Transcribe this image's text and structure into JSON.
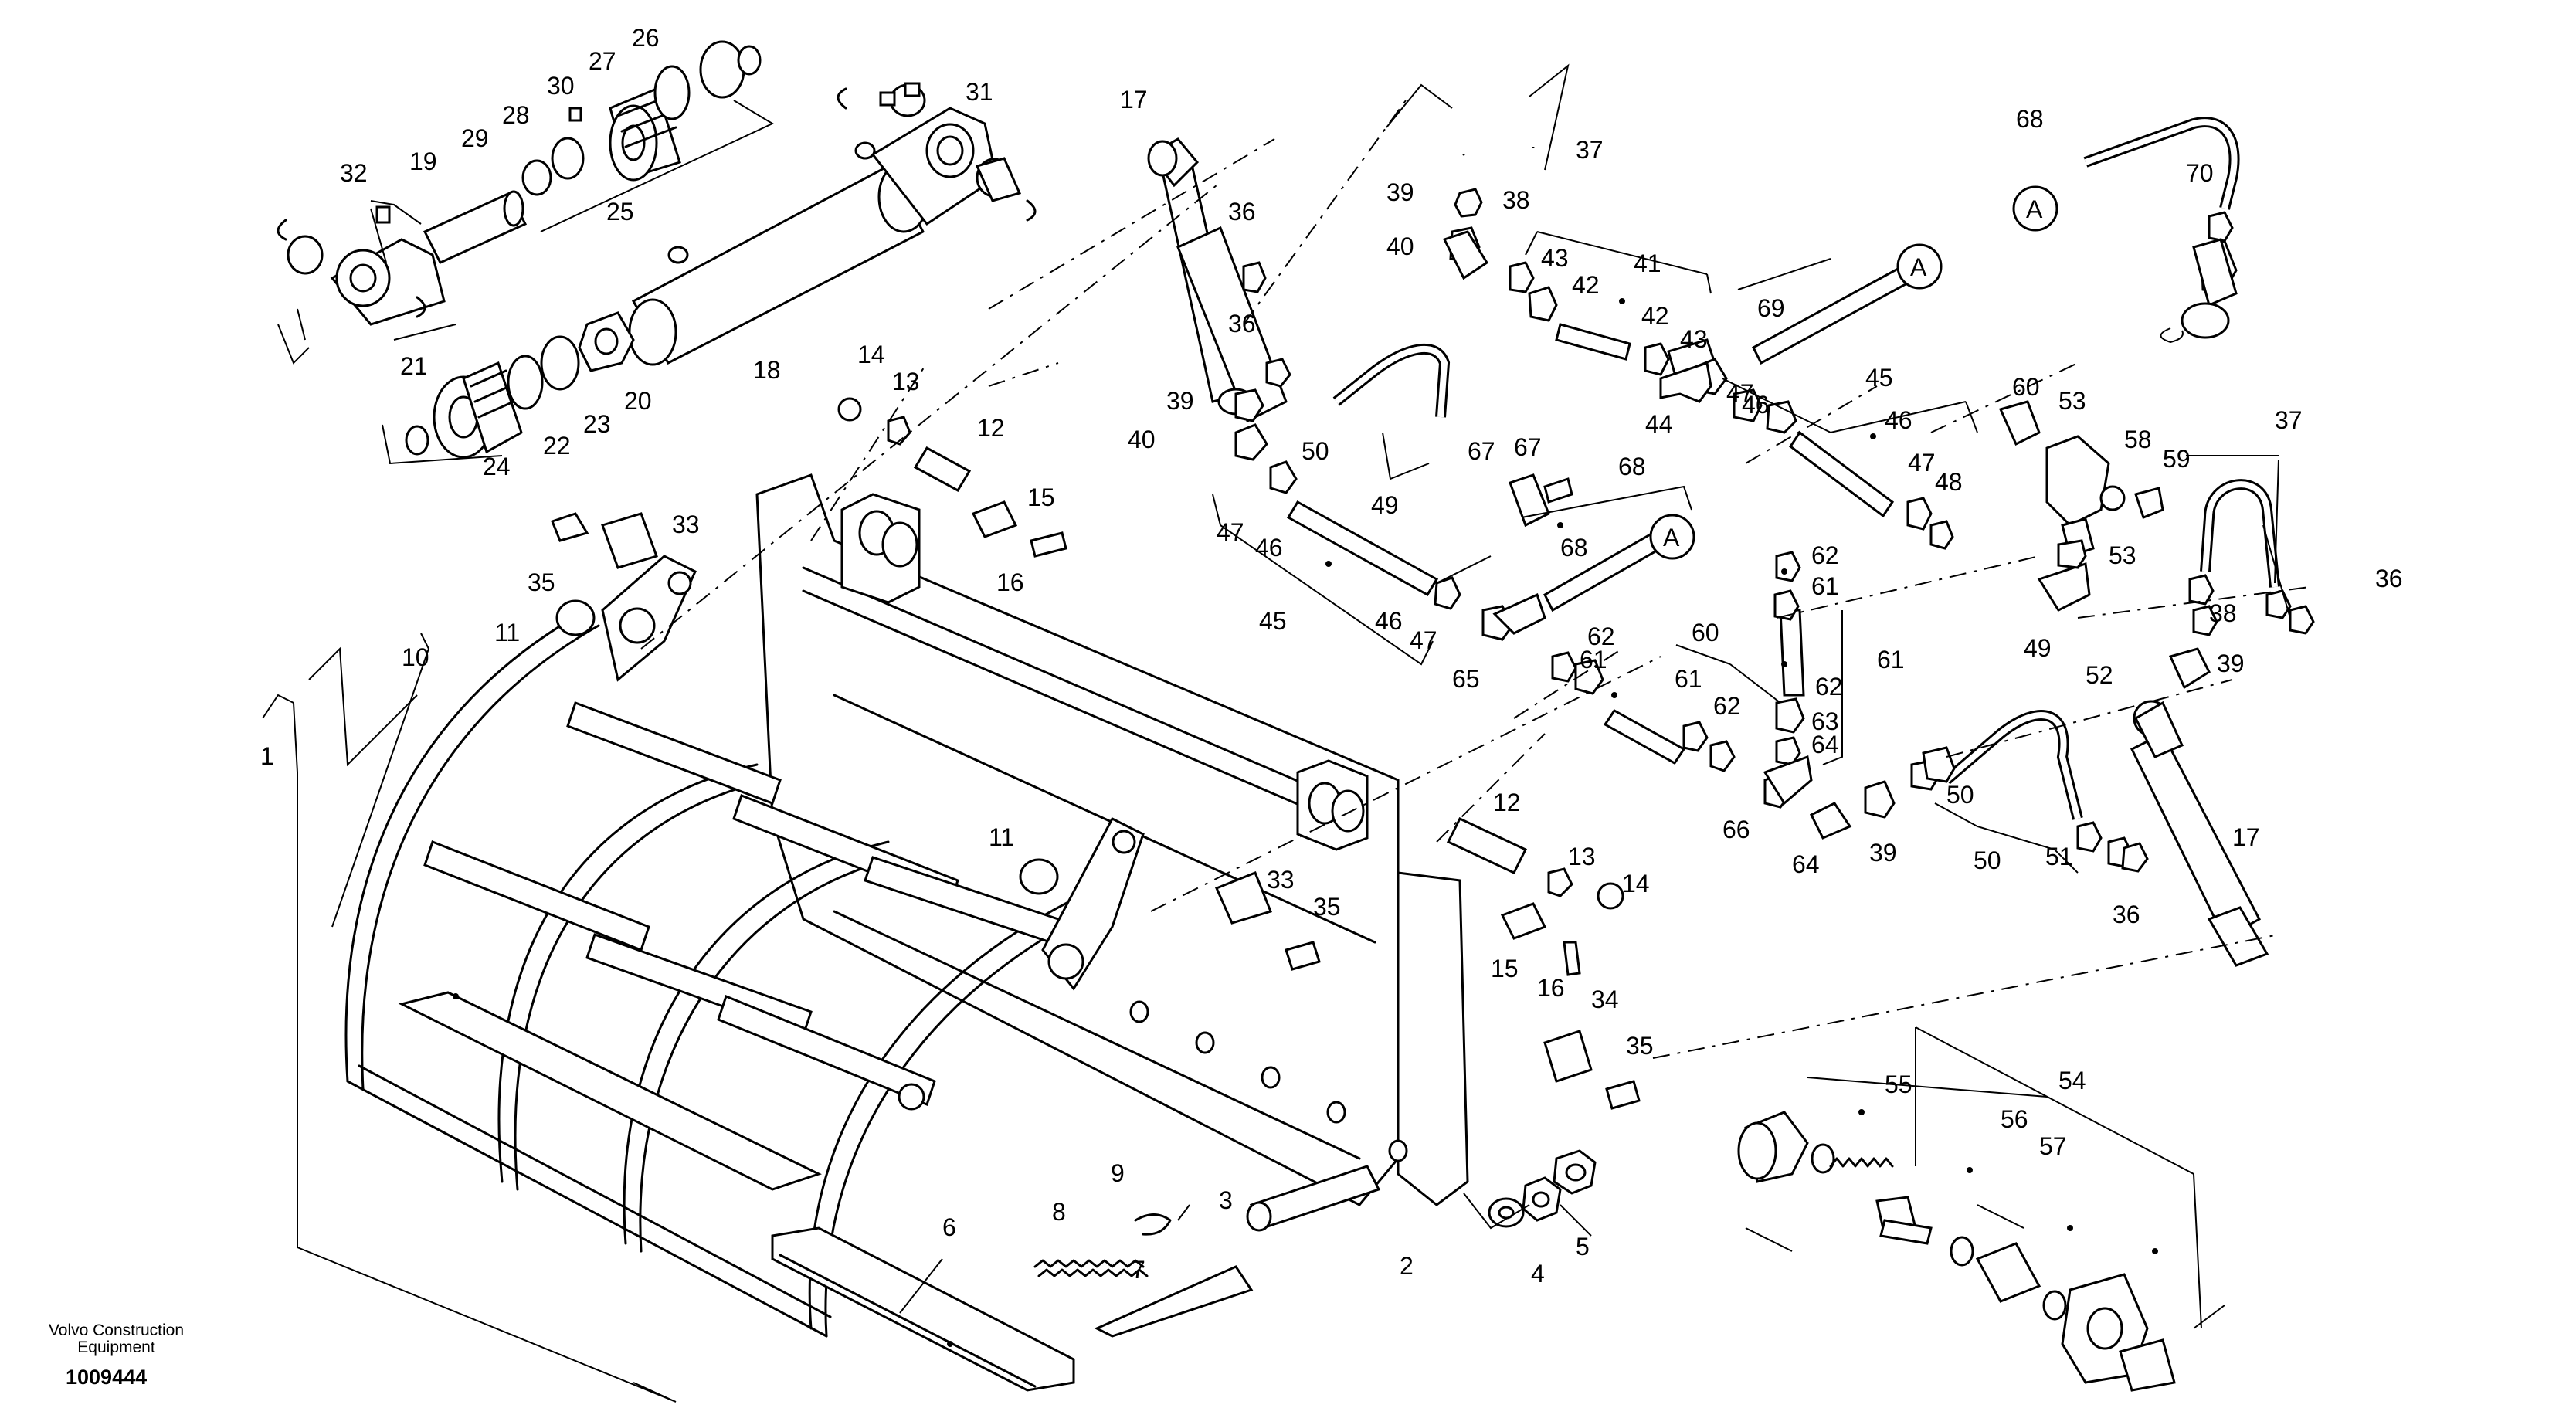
{
  "diagram": {
    "footer": {
      "maker_line1": "Volvo Construction",
      "maker_line2": "Equipment",
      "drawing_number": "1009444"
    },
    "callouts": [
      "1",
      "2",
      "3",
      "4",
      "5",
      "6",
      "7",
      "8",
      "9",
      "10",
      "11",
      "11",
      "12",
      "12",
      "13",
      "13",
      "14",
      "14",
      "15",
      "15",
      "16",
      "16",
      "17",
      "17",
      "18",
      "19",
      "20",
      "21",
      "22",
      "23",
      "24",
      "25",
      "26",
      "27",
      "28",
      "29",
      "30",
      "31",
      "32",
      "33",
      "33",
      "34",
      "35",
      "35",
      "35",
      "36",
      "36",
      "36",
      "36",
      "37",
      "37",
      "38",
      "38",
      "39",
      "39",
      "39",
      "39",
      "40",
      "40",
      "41",
      "42",
      "42",
      "43",
      "43",
      "44",
      "45",
      "45",
      "46",
      "46",
      "46",
      "46",
      "47",
      "47",
      "47",
      "47",
      "48",
      "49",
      "49",
      "50",
      "50",
      "50",
      "51",
      "52",
      "53",
      "53",
      "54",
      "55",
      "56",
      "57",
      "58",
      "59",
      "60",
      "60",
      "61",
      "61",
      "61",
      "61",
      "62",
      "62",
      "62",
      "62",
      "63",
      "64",
      "64",
      "65",
      "66",
      "67",
      "67",
      "68",
      "68",
      "68",
      "69",
      "70"
    ],
    "connection_markers": [
      "A",
      "A",
      "A"
    ]
  }
}
